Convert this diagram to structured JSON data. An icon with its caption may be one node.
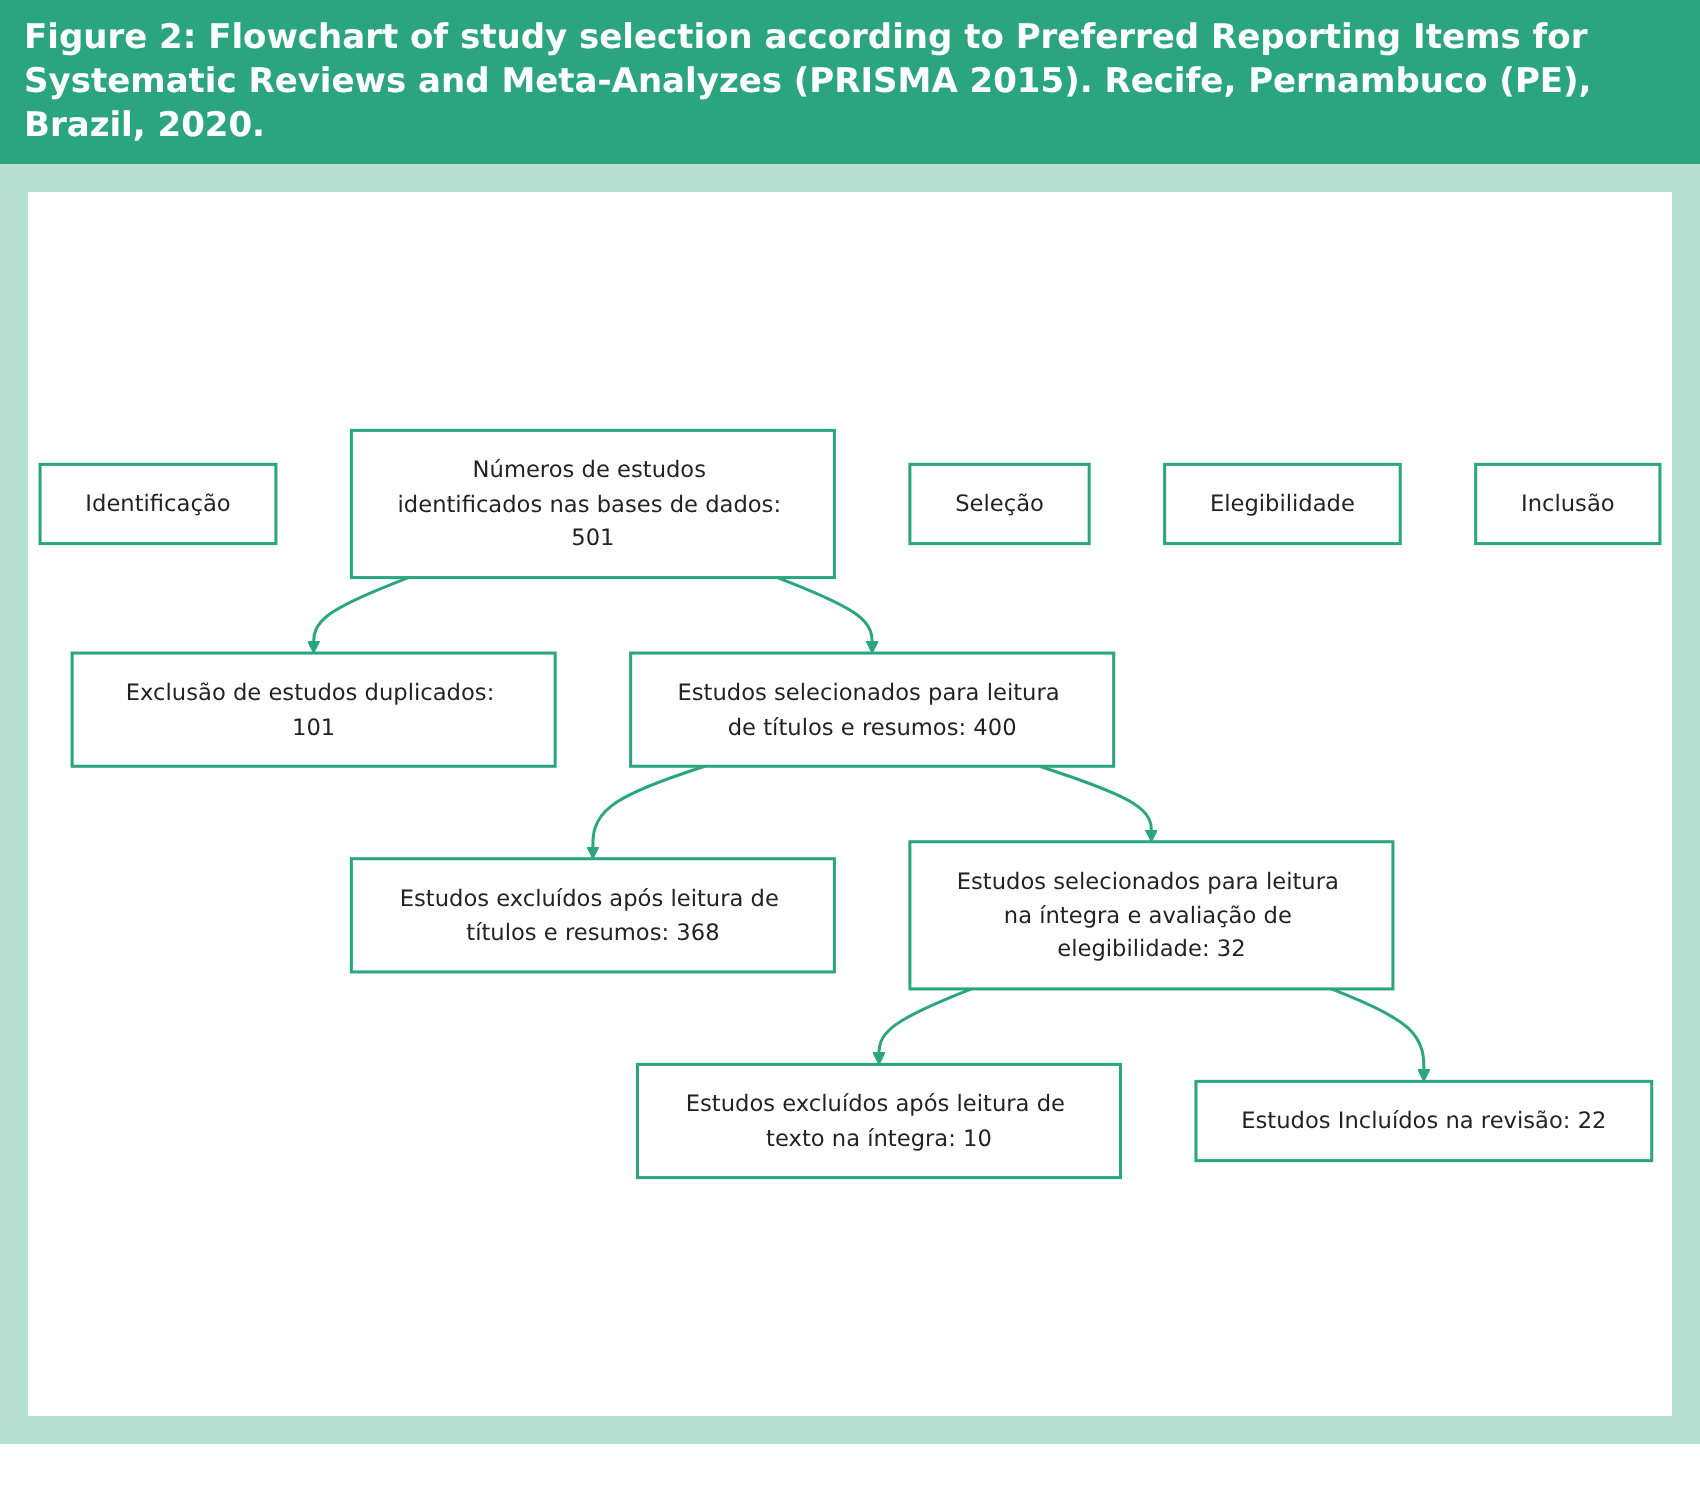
{
  "diagram": {
    "title": "Figure 2: Flowchart of study selection according to Preferred Reporting Items for Systematic Reviews and Meta-Analyzes (PRISMA 2015). Recife, Pernambuco (PE), Brazil, 2020.",
    "nodes": [
      {
        "text": [
          "Identificação"
        ]
      },
      {
        "text": [
          "Números de estudos identificados nas bases de dados: 501"
        ]
      },
      {
        "text": [
          "Exclusão de estudos duplicados: 101"
        ]
      },
      {
        "text": [
          "Seleção"
        ]
      },
      {
        "text": [
          "Estudos selecionados para leitura de títulos e resumos: 400"
        ]
      },
      {
        "text": [
          "Estudos excluídos após leitura de títulos e resumos: 368"
        ]
      },
      {
        "text": [
          "Elegibilidade"
        ]
      },
      {
        "text": [
          "Estudos selecionados para leitura na íntegra e avaliação de elegibilidade: 32"
        ]
      },
      {
        "text": [
          "Estudos excluídos após leitura de texto na íntegra: 10"
        ]
      },
      {
        "text": [
          "Inclusão"
        ]
      },
      {
        "text": [
          "Estudos Incluídos na revisão: 22"
        ]
      }
    ],
    "edges": [
      {
        "from": 1,
        "to": 2,
        "arrow": "to"
      },
      {
        "from": 1,
        "to": 4,
        "arrow": "to"
      },
      {
        "from": 4,
        "to": 5,
        "arrow": "to"
      },
      {
        "from": 4,
        "to": 7,
        "arrow": "to"
      },
      {
        "from": 7,
        "to": 8,
        "arrow": "to"
      },
      {
        "from": 7,
        "to": 10,
        "arrow": "to"
      }
    ]
  }
}
